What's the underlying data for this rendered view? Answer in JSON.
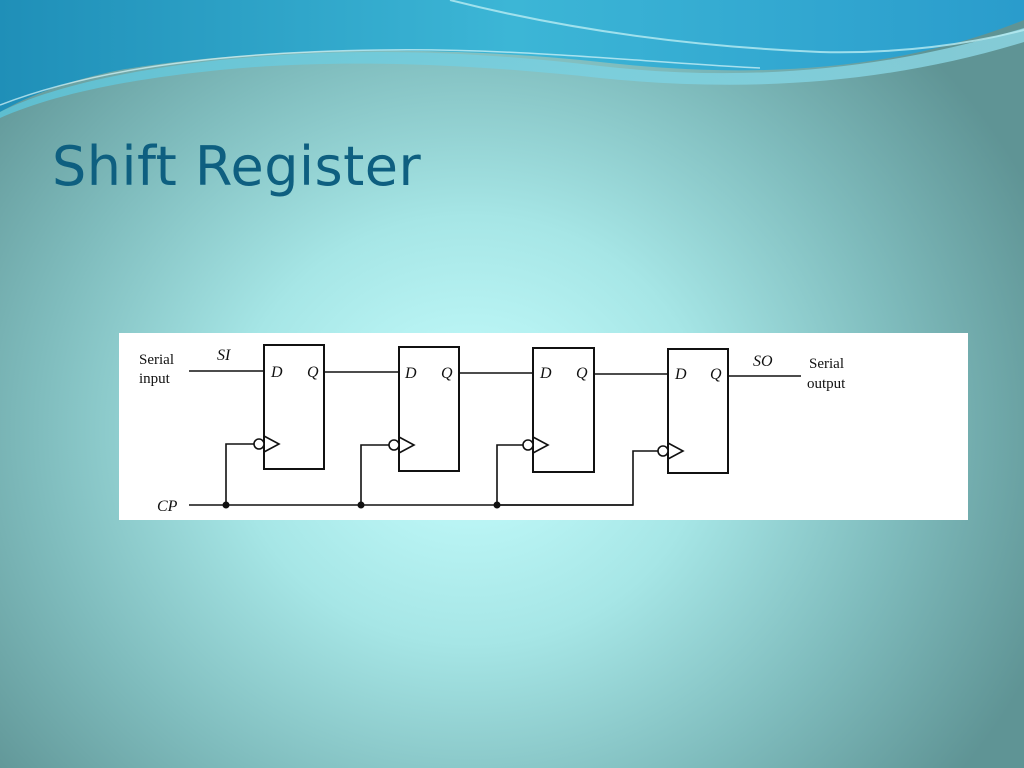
{
  "slide": {
    "title": "Shift Register"
  },
  "diagram": {
    "input_label_line1": "Serial",
    "input_label_line2": "input",
    "input_signal": "SI",
    "output_signal": "SO",
    "output_label_line1": "Serial",
    "output_label_line2": "output",
    "clock_signal": "CP",
    "flip_flops": [
      {
        "d_label": "D",
        "q_label": "Q"
      },
      {
        "d_label": "D",
        "q_label": "Q"
      },
      {
        "d_label": "D",
        "q_label": "Q"
      },
      {
        "d_label": "D",
        "q_label": "Q"
      }
    ]
  },
  "colors": {
    "title": "#0e5f80",
    "background_center": "#c8ffff",
    "background_edge": "#5f9495",
    "wave_primary": "#2aa3c8"
  }
}
